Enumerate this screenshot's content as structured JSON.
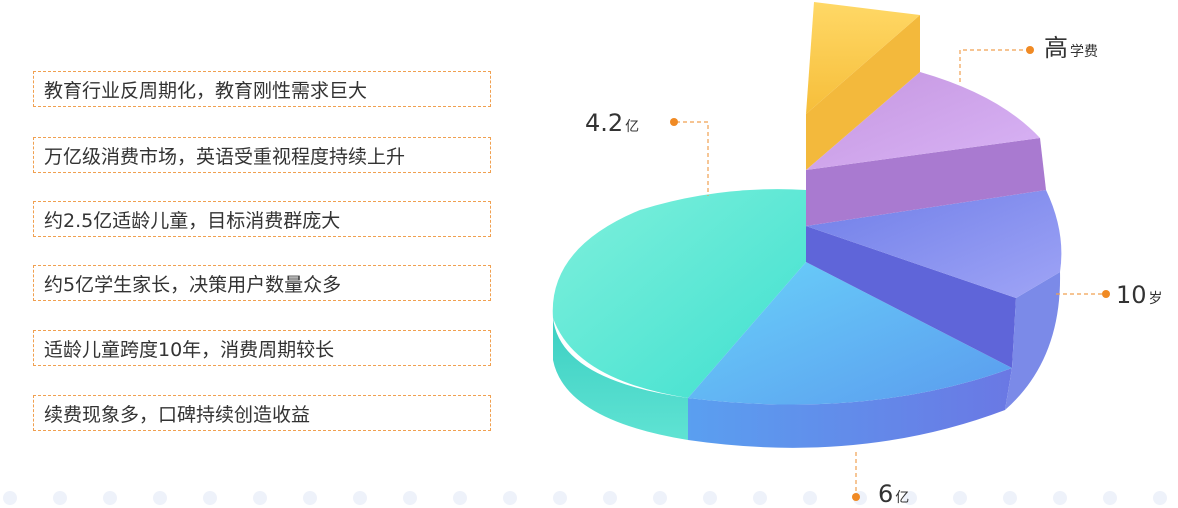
{
  "selling_points": [
    "教育行业反周期化，教育刚性需求巨大",
    "万亿级消费市场，英语受重视程度持续上升",
    "约2.5亿适龄儿童，目标消费群庞大",
    "约5亿学生家长，决策用户数量众多",
    "适龄儿童跨度10年，消费周期较长",
    "续费现象多，口碑持续创造收益"
  ],
  "callouts": {
    "parents": {
      "value": "4.2",
      "unit": "亿"
    },
    "tuition": {
      "value": "高",
      "unit": "学费"
    },
    "age_span": {
      "value": "10",
      "unit": "岁"
    },
    "children": {
      "value": "6",
      "unit": "亿"
    }
  },
  "colors": {
    "accent": "#f08a24",
    "border": "#f0a050",
    "dots": "#eef2fa"
  }
}
